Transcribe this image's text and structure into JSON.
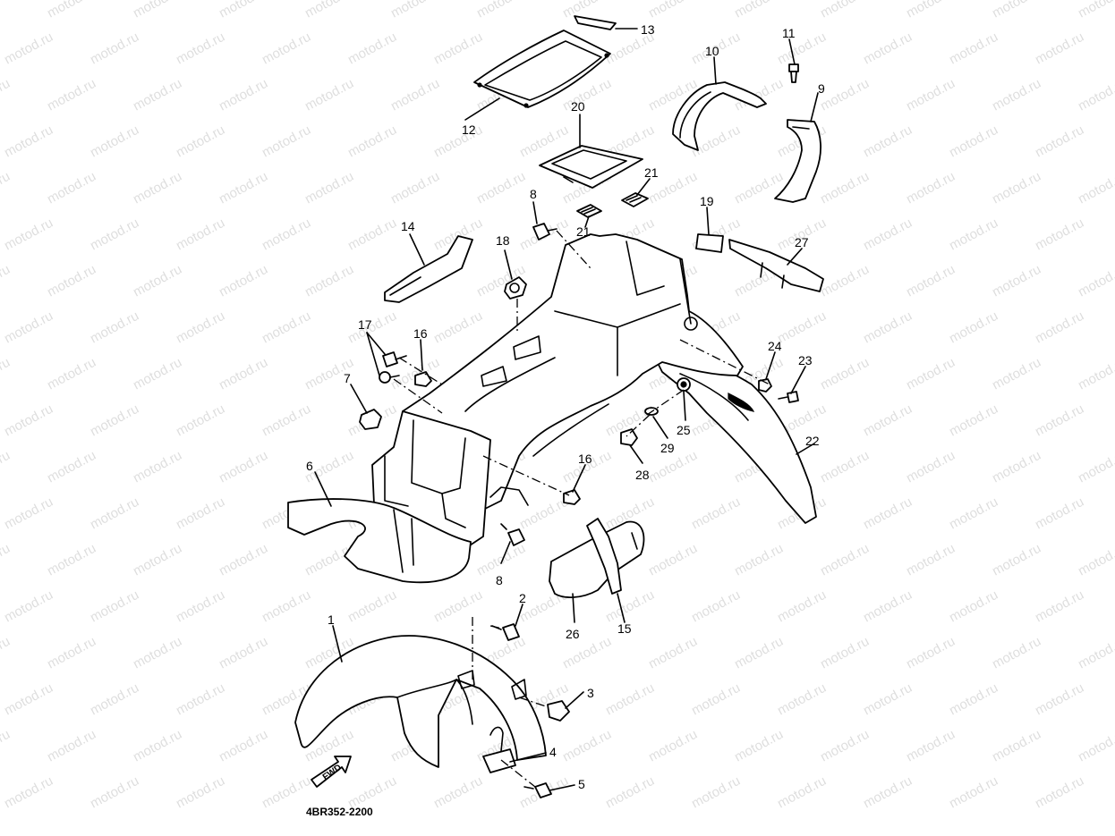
{
  "watermark": "motod.ru",
  "diagram_code": "4BR352-2200",
  "direction_arrow": "FWD",
  "callouts": {
    "p1": "1",
    "p2": "2",
    "p3": "3",
    "p4": "4",
    "p5": "5",
    "p6": "6",
    "p7": "7",
    "p8a": "8",
    "p8b": "8",
    "p9": "9",
    "p10": "10",
    "p11": "11",
    "p12": "12",
    "p13": "13",
    "p14": "14",
    "p15": "15",
    "p16a": "16",
    "p16b": "16",
    "p17": "17",
    "p18": "18",
    "p19": "19",
    "p20": "20",
    "p21a": "21",
    "p21b": "21",
    "p22": "22",
    "p23": "23",
    "p24": "24",
    "p25": "25",
    "p26": "26",
    "p27": "27",
    "p28": "28",
    "p29": "29"
  }
}
